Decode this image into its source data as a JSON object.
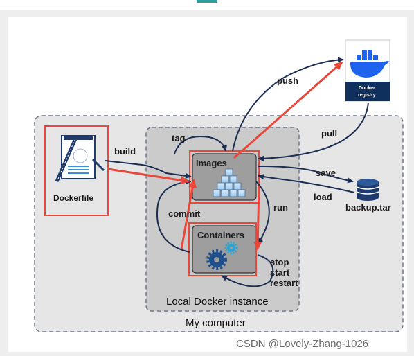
{
  "nodes": {
    "dockerfile": "Dockerfile",
    "images": "Images",
    "containers": "Containers",
    "registry_line1": "Docker",
    "registry_line2": "registry",
    "backup": "backup.tar",
    "local_instance": "Local Docker instance",
    "my_computer": "My computer"
  },
  "edges": {
    "build": "build",
    "tag": "tag",
    "push": "push",
    "pull": "pull",
    "save": "save",
    "load": "load",
    "run": "run",
    "commit": "commit",
    "stop": "stop",
    "start": "start",
    "restart": "restart"
  },
  "watermark": "CSDN @Lovely-Zhang-1026",
  "colors": {
    "frame_bg": "#dcdcdc",
    "panel_bg": "#e6e6e6",
    "instance_bg": "#c9c9c9",
    "box_bg": "#9e9e9e",
    "arrow_dark": "#1c2e54",
    "highlight_red": "#e8473a",
    "docker_blue": "#1d63ed"
  },
  "icons": [
    "document-blueprint-icon",
    "image-layers-icon",
    "gear-icon",
    "whale-icon",
    "database-icon"
  ]
}
